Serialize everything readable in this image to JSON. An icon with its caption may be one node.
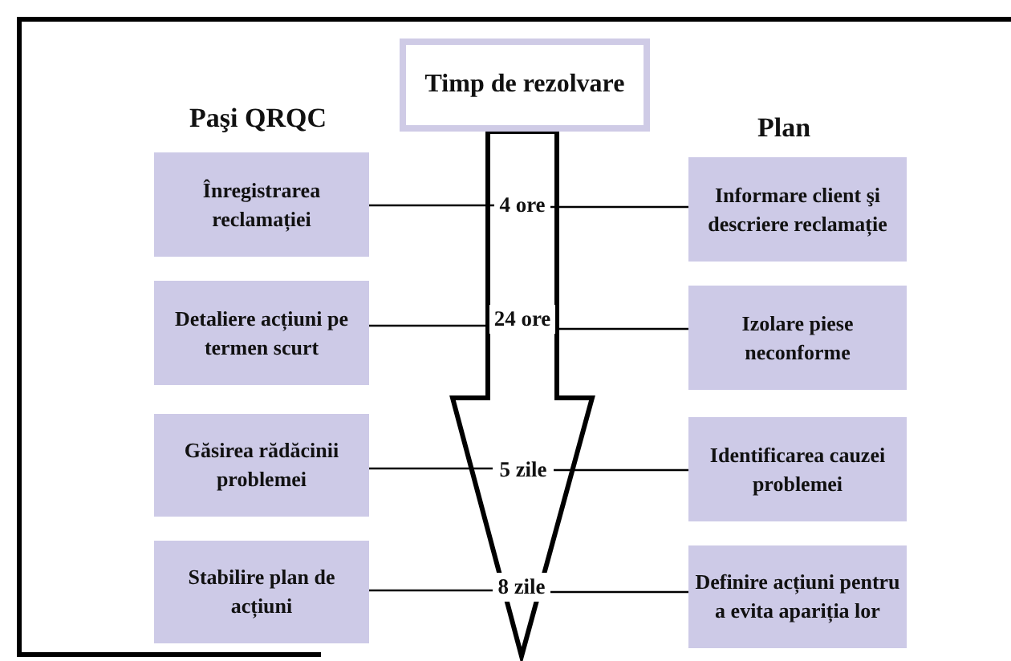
{
  "diagram": {
    "nodes": [
      {
        "text": [
          "Timp de rezolvare"
        ]
      },
      {
        "text": [
          "Înregistrarea reclamației"
        ]
      },
      {
        "text": [
          "4 ore"
        ]
      },
      {
        "text": [
          "Informare client  şi descriere reclamație"
        ]
      },
      {
        "text": [
          "Detaliere acțiuni pe termen scurt"
        ]
      },
      {
        "text": [
          "24 ore"
        ]
      },
      {
        "text": [
          "Izolare piese neconforme"
        ]
      },
      {
        "text": [
          "Găsirea rădăcinii problemei"
        ]
      },
      {
        "text": [
          "5 zile"
        ]
      },
      {
        "text": [
          "Identificarea cauzei problemei"
        ]
      },
      {
        "text": [
          "Stabilire plan de acțiuni"
        ]
      },
      {
        "text": [
          "8 zile"
        ]
      },
      {
        "text": [
          "Definire acțiuni pentru a evita apariția lor"
        ]
      }
    ],
    "edges": [
      {
        "from": 1,
        "to": 2,
        "arrow": "none"
      },
      {
        "from": 2,
        "to": 3,
        "arrow": "none"
      },
      {
        "from": 4,
        "to": 5,
        "arrow": "none"
      },
      {
        "from": 5,
        "to": 6,
        "arrow": "none"
      },
      {
        "from": 7,
        "to": 8,
        "arrow": "none"
      },
      {
        "from": 8,
        "to": 9,
        "arrow": "none"
      },
      {
        "from": 10,
        "to": 11,
        "arrow": "none"
      },
      {
        "from": 11,
        "to": 12,
        "arrow": "none"
      }
    ],
    "labels": [
      "Paşi QRQC",
      "Plan"
    ]
  }
}
